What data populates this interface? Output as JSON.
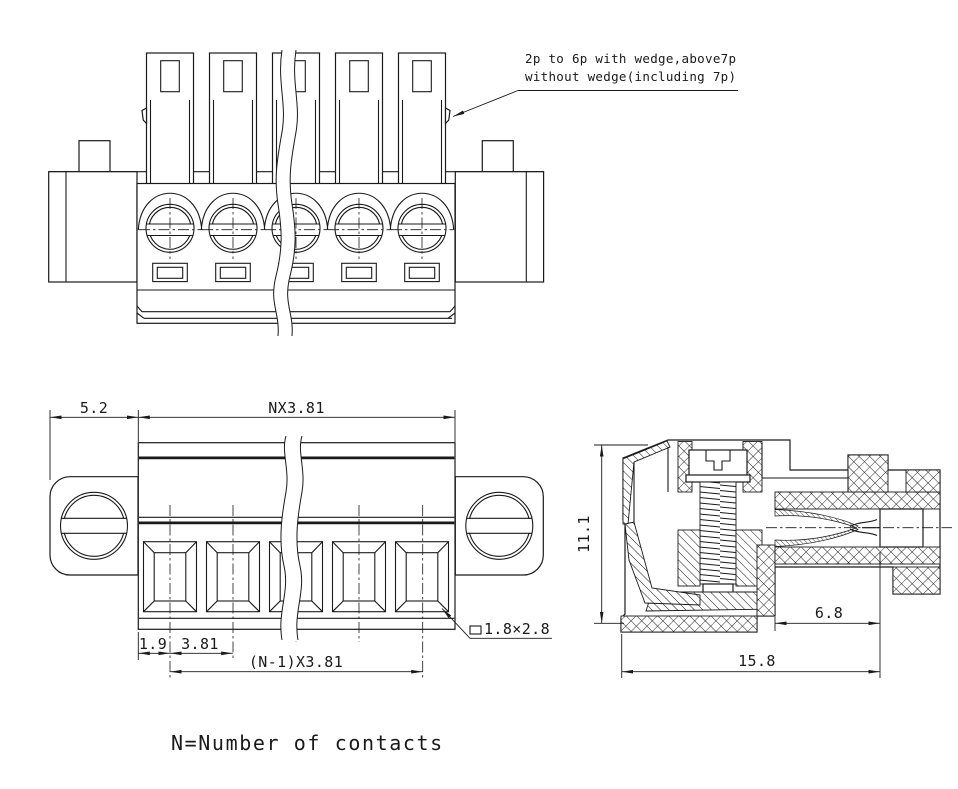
{
  "page": {
    "background": "#ffffff",
    "line_color": "#1a1a1a"
  },
  "annotation": {
    "line1": "2p to 6p with wedge,above7p",
    "line2": "without wedge(including 7p)"
  },
  "note": {
    "text": "N=Number of contacts"
  },
  "plan_view": {
    "dim_flange": "5.2",
    "dim_total_pitch": "NX3.81",
    "dim_end_offset": "1.9",
    "dim_pitch": "3.81",
    "dim_span": "(N-1)X3.81",
    "hole_symbol": "□",
    "hole_size": "1.8×2.8"
  },
  "side_view": {
    "dim_height": "11.1",
    "dim_wire_entry_depth": "6.8",
    "dim_total_depth": "15.8"
  }
}
